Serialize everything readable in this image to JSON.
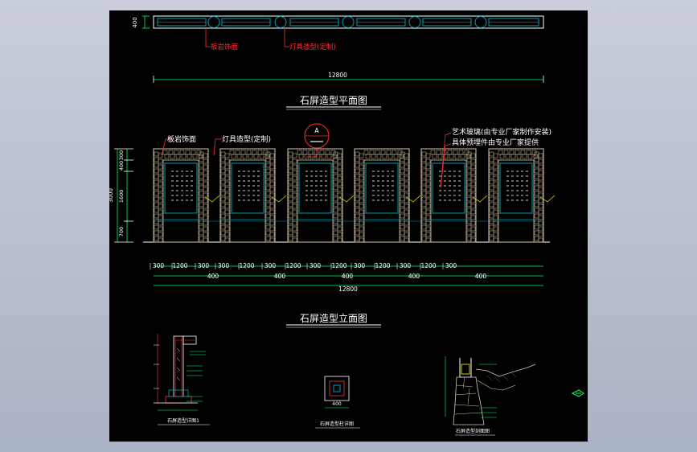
{
  "colors": {
    "background": "#000000",
    "outer_frame": "#b8bfcf",
    "linework": "#ffffff",
    "dimension": "#00ff66",
    "leader": "#ff3030",
    "stone": "#d8c8a8",
    "glass": "#00a0b0",
    "accent_yellow": "#ffff00"
  },
  "plan": {
    "dim_depth": "400",
    "label_stone": "板岩饰面",
    "label_lamp": "灯具造型(定制)",
    "total_width": "12800",
    "title": "石屏造型平面图"
  },
  "elevation": {
    "label_stone": "板岩饰面",
    "label_lamp": "灯具造型(定制)",
    "label_glass": "艺术玻璃(由专业厂家制作安装)",
    "label_embed": "具体预埋件由专业厂家提供",
    "section_marker": "A",
    "dims_vertical": [
      "3000",
      "400",
      "300",
      "1600",
      "700"
    ],
    "dims_bottom_row1": [
      "300",
      "1200",
      "300",
      "300",
      "1200",
      "300",
      "1200",
      "300",
      "1200",
      "300",
      "1200",
      "300",
      "1200",
      "300"
    ],
    "dims_bottom_row2": [
      "400",
      "400",
      "400",
      "400",
      "400"
    ],
    "total_width": "12800",
    "title": "石屏造型立面图"
  },
  "details": {
    "detail_1_caption": "石屏造型详图1",
    "detail_2_caption": "石屏造型柱详图",
    "detail_3_caption": "石屏造型剖面图",
    "detail_2_dim": "400"
  },
  "icon": {
    "name": "ucs-axis-icon"
  }
}
